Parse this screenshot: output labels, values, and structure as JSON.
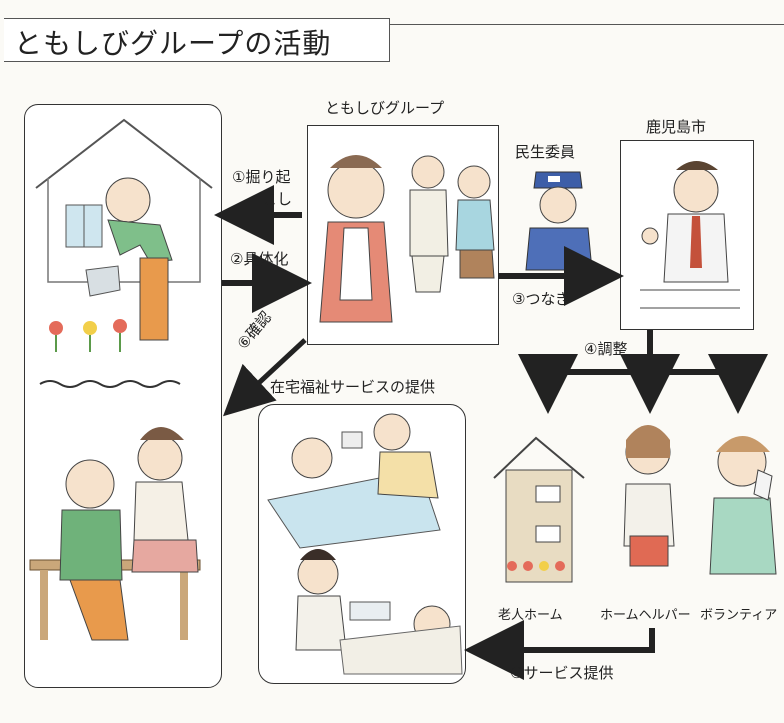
{
  "title": "ともしびグループの活動",
  "labels": {
    "group": "ともしびグループ",
    "minsei": "民生委員",
    "city": "鹿児島市",
    "home_service": "在宅福祉サービスの提供",
    "elderly_home": "老人ホーム",
    "home_helper": "ホームヘルパー",
    "volunteer": "ボランティア"
  },
  "steps": {
    "s1a": "①掘り起",
    "s1b": "こし",
    "s2": "②具体化",
    "s3": "③つなぎ",
    "s4": "④調整",
    "s5": "⑤サービス提供",
    "s6": "⑥確認"
  }
}
